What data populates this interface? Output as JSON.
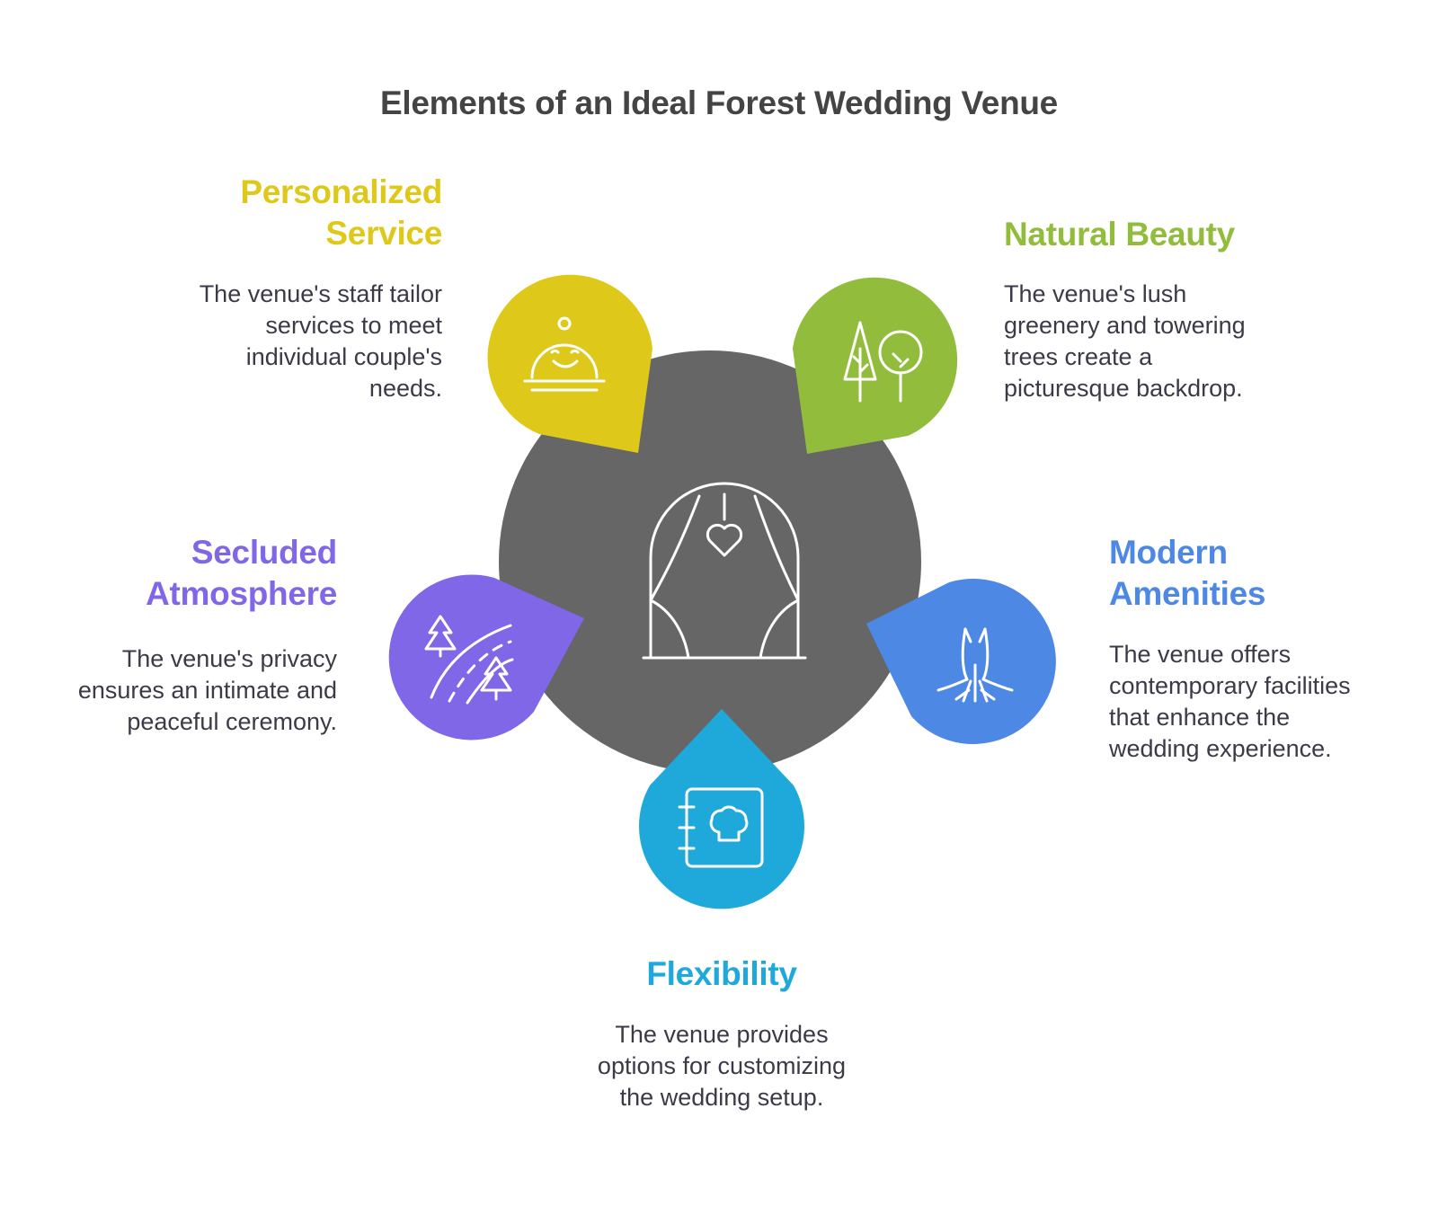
{
  "title": "Elements of an Ideal Forest Wedding Venue",
  "colors": {
    "center": "#666666",
    "personalized_service": "#DEC81A",
    "natural_beauty": "#92BC3B",
    "modern_amenities": "#4E88E5",
    "flexibility": "#1FA9DA",
    "secluded_atmosphere": "#7F67E8",
    "desc_text": "#3b3b48"
  },
  "center": {
    "icon": "wedding-arch-heart-icon"
  },
  "elements": {
    "personalized_service": {
      "heading": [
        "Personalized",
        "Service"
      ],
      "description": [
        "The venue's staff tailor",
        "services to meet",
        "individual couple's",
        "needs."
      ],
      "icon": "serving-cloche-icon"
    },
    "natural_beauty": {
      "heading": [
        "Natural Beauty"
      ],
      "description": [
        "The venue's lush",
        "greenery and towering",
        "trees create a",
        "picturesque backdrop."
      ],
      "icon": "trees-icon"
    },
    "modern_amenities": {
      "heading": [
        "Modern",
        "Amenities"
      ],
      "description": [
        "The venue offers",
        "contemporary facilities",
        "that enhance the",
        "wedding experience."
      ],
      "icon": "tree-roots-icon"
    },
    "flexibility": {
      "heading": [
        "Flexibility"
      ],
      "description": [
        "The venue provides",
        "options for customizing",
        "the wedding setup."
      ],
      "icon": "recipe-book-icon"
    },
    "secluded_atmosphere": {
      "heading": [
        "Secluded",
        "Atmosphere"
      ],
      "description": [
        "The venue's privacy",
        "ensures an intimate and",
        "peaceful ceremony."
      ],
      "icon": "forest-road-icon"
    }
  }
}
